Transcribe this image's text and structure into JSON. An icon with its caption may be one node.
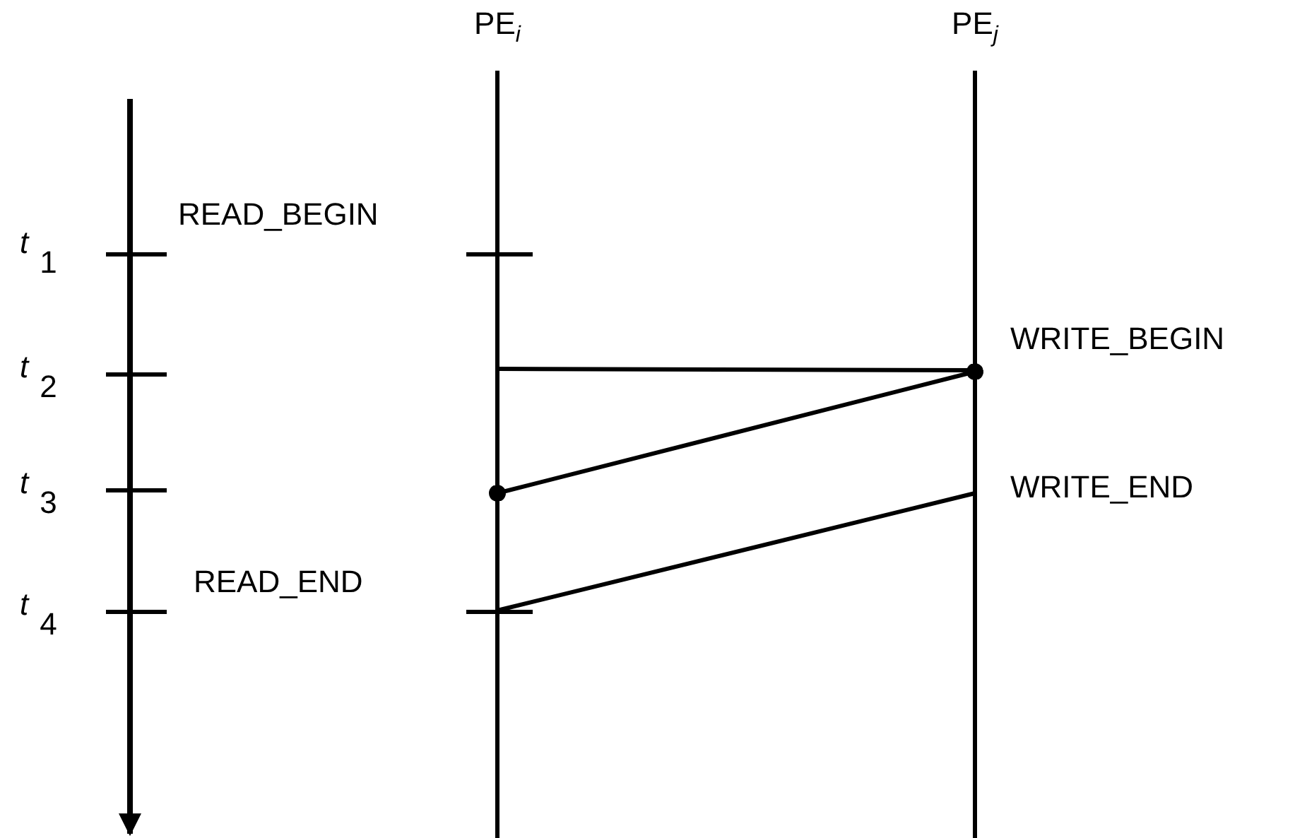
{
  "diagram": {
    "nodes": [
      {
        "text": [
          "PE$_{i}$"
        ]
      },
      {
        "text": [
          "PE$_{j}$"
        ]
      }
    ],
    "edges": [
      {
        "from": 0,
        "to": 1,
        "arrow": "none"
      },
      {
        "from": 1,
        "to": 0,
        "arrow": "other"
      },
      {
        "from": 1,
        "to": 0,
        "arrow": "none"
      }
    ],
    "labels": [
      "READ_BEGIN",
      "*t*$_{1}$",
      "WRITE_BEGIN",
      "*t*$_{2}$",
      "*t*$_{3}$",
      "WRITE_END",
      "READ_END",
      "*t*$_{4}$"
    ]
  }
}
